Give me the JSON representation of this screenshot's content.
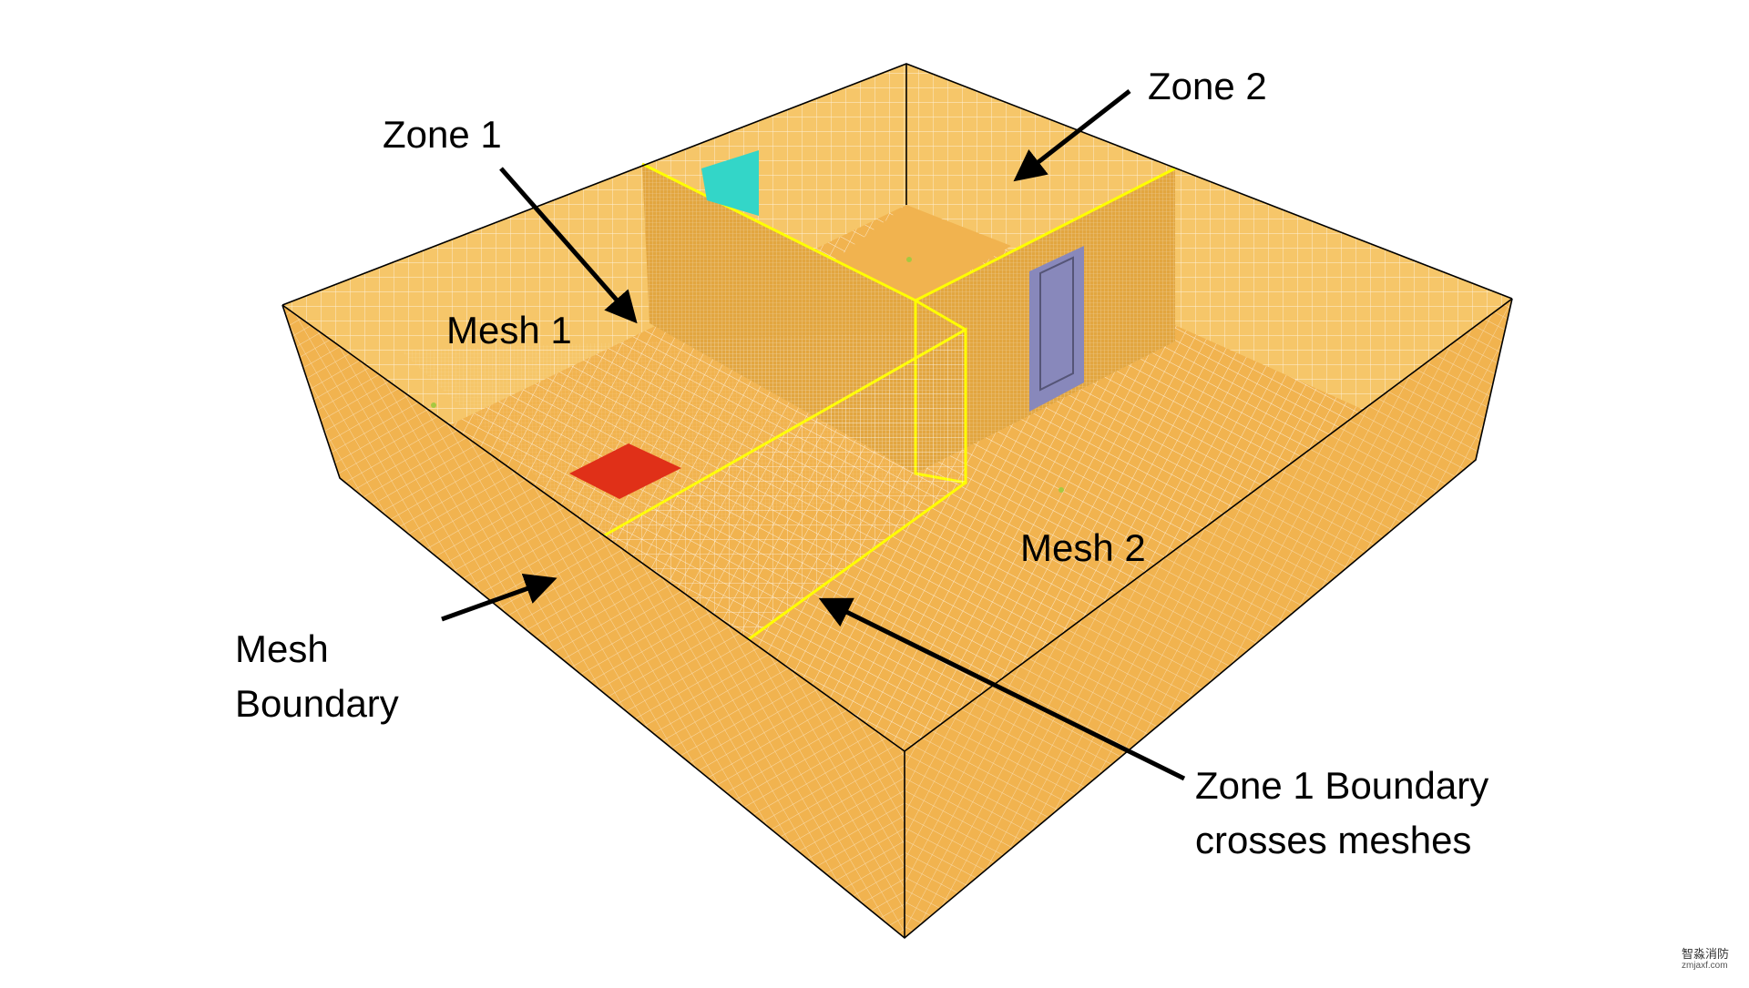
{
  "colors": {
    "background": "#ffffff",
    "mesh_fill": "#f1b34f",
    "mesh_fill_light": "#f6c669",
    "mesh_fill_dark": "#e2a640",
    "grid": "#ffffff",
    "edge": "#000000",
    "zone_boundary": "#ffff00",
    "vent": "#33d6c8",
    "door": "#8888bb",
    "fire": "#e03018",
    "marker": "#a6c840"
  },
  "icons": [
    "arrow-icon",
    "vent-icon",
    "door-icon",
    "fire-source-icon"
  ],
  "labels": {
    "zone1": "Zone 1",
    "zone2": "Zone 2",
    "mesh1": "Mesh 1",
    "mesh2": "Mesh 2",
    "mesh_boundary": [
      "Mesh",
      "Boundary"
    ],
    "zone1_boundary": [
      "Zone 1 Boundary",
      "crosses meshes"
    ]
  },
  "watermark": {
    "line1": "智淼消防",
    "line2": "zmjaxf.com"
  }
}
